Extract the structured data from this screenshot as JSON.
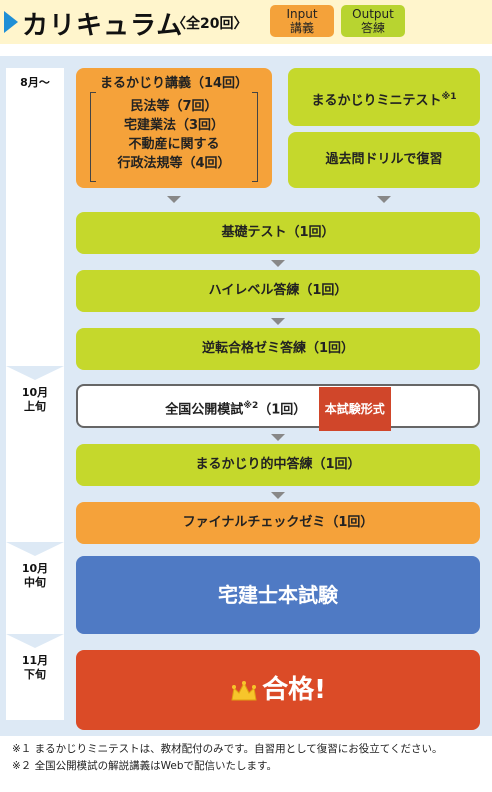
{
  "header": {
    "title": "カリキュラム",
    "subtitle": "〈全20回〉",
    "input_tag": [
      "Input",
      "講義"
    ],
    "output_tag": [
      "Output",
      "答練"
    ]
  },
  "timeline": {
    "aug": "8月〜",
    "oct_early": [
      "10月",
      "上旬"
    ],
    "oct_mid": [
      "10月",
      "中旬"
    ],
    "nov_late": [
      "11月",
      "下旬"
    ]
  },
  "steps": {
    "lecture": {
      "title": "まるかじり講義（14回）",
      "items": [
        "民法等（7回）",
        "宅建業法（3回）",
        "不動産に関する",
        "行政法規等（4回）"
      ]
    },
    "mini_test": {
      "label": "まるかじりミニテスト",
      "mark": "※1"
    },
    "drill": "過去問ドリルで復習",
    "basic_test": "基礎テスト（1回）",
    "high_level": "ハイレベル答練（1回）",
    "reverse": "逆転合格ゼミ答練（1回）",
    "mock": {
      "label": "全国公開模試",
      "mark": "※2",
      "count": "（1回）",
      "badge": "本試験形式"
    },
    "prediction": "まるかじり的中答練（1回）",
    "final_check": "ファイナルチェックゼミ（1回）",
    "exam": "宅建士本試験",
    "pass": "合格!"
  },
  "footnotes": [
    "※１ まるかじりミニテストは、教材配付のみです。自習用として復習にお役立てください。",
    "※２ 全国公開模試の解説講義はWebで配信いたします。"
  ],
  "colors": {
    "input": "#f5a23a",
    "output": "#c5d82c",
    "exam": "#4f7ac4",
    "pass": "#db4b27",
    "accent": "#1f8fd6"
  }
}
